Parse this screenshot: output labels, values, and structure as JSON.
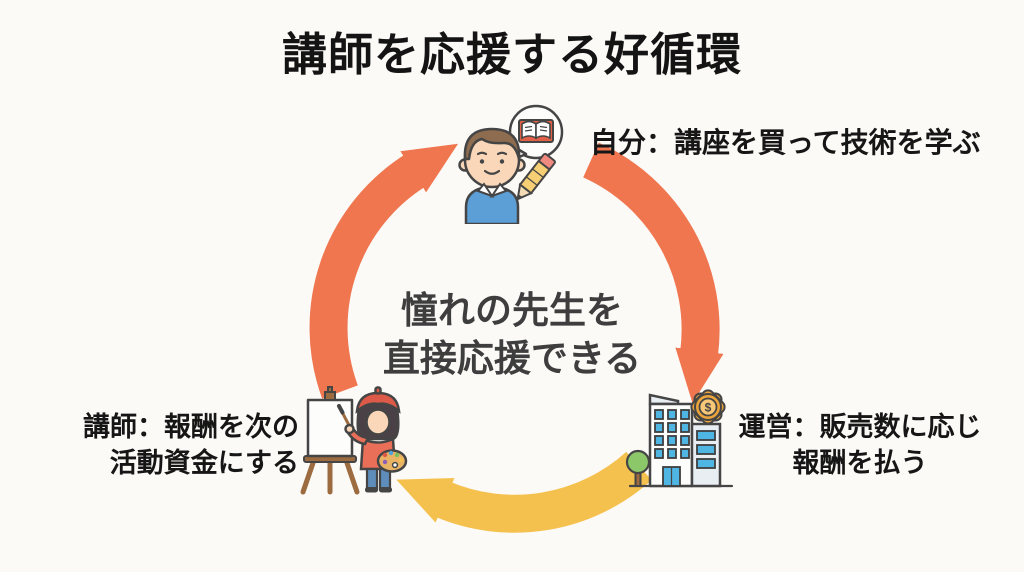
{
  "title": "講師を応援する好循環",
  "center_message": {
    "lines": [
      "憧れの先生を",
      "直接応援できる"
    ]
  },
  "nodes": {
    "self": {
      "label": "自分：講座を買って技術を学ぶ",
      "icon": "student-with-speech-bubble-book-and-pencil-icon"
    },
    "operator": {
      "lines": [
        "運営：販売数に応じ",
        "報酬を払う"
      ],
      "icon": "office-building-with-dollar-gear-icon"
    },
    "instructor": {
      "lines": [
        "講師：報酬を次の",
        "活動資金にする"
      ],
      "icon": "painter-at-easel-icon"
    }
  },
  "arrows": [
    {
      "from": "instructor",
      "to": "self",
      "color_key": "arrow_orange"
    },
    {
      "from": "self",
      "to": "operator",
      "color_key": "arrow_orange"
    },
    {
      "from": "operator",
      "to": "instructor",
      "color_key": "arrow_yellow"
    }
  ],
  "colors": {
    "background": "#FCFAF7",
    "arrow_orange": "#F0764F",
    "arrow_yellow": "#F5C14E",
    "title_text": "#141414",
    "label_text": "#161616",
    "center_text": "#3E3E3E"
  }
}
